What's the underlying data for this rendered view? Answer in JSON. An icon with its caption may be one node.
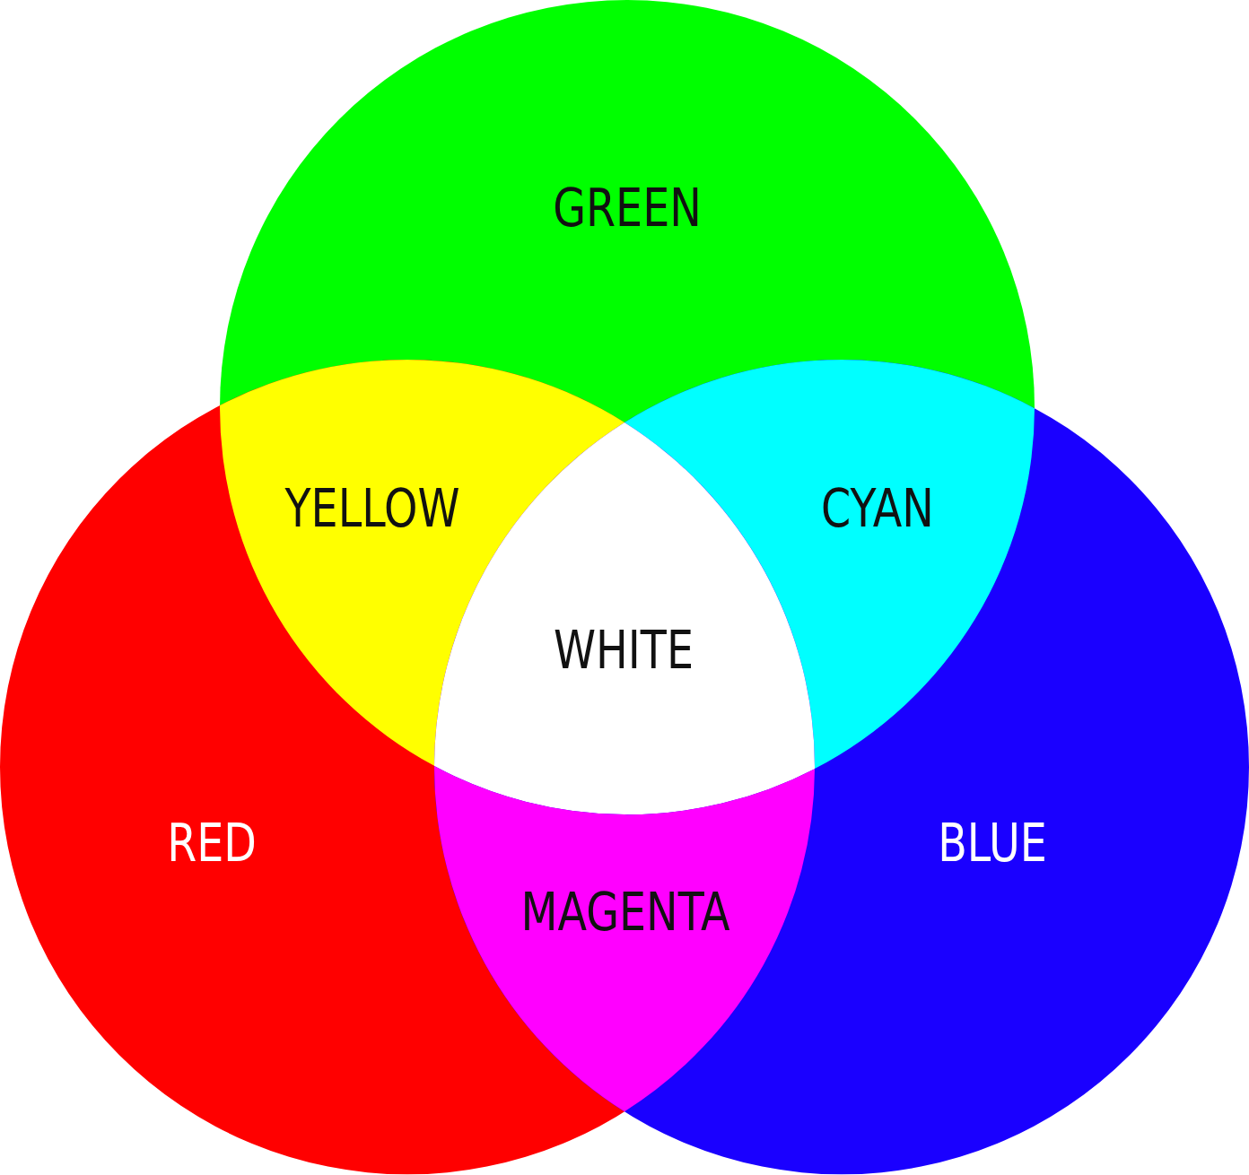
{
  "diagram": {
    "nodes": [
      {
        "text": [
          "GREEN"
        ]
      },
      {
        "text": [
          "YELLOW"
        ]
      },
      {
        "text": [
          "CYAN"
        ]
      },
      {
        "text": [
          "WHITE"
        ]
      },
      {
        "text": [
          "RED"
        ]
      },
      {
        "text": [
          "BLUE"
        ]
      },
      {
        "text": [
          "MAGENTA"
        ]
      }
    ]
  }
}
